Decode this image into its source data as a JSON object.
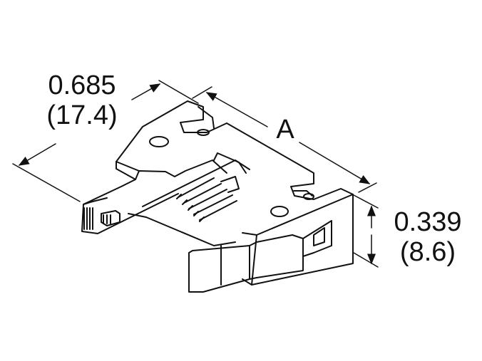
{
  "dimensions": {
    "length": {
      "inches": "0.685",
      "mm": "(17.4)"
    },
    "width": {
      "label": "A"
    },
    "height": {
      "inches": "0.339",
      "mm": "(8.6)"
    }
  },
  "colors": {
    "line": "#111111",
    "background": "#ffffff"
  }
}
